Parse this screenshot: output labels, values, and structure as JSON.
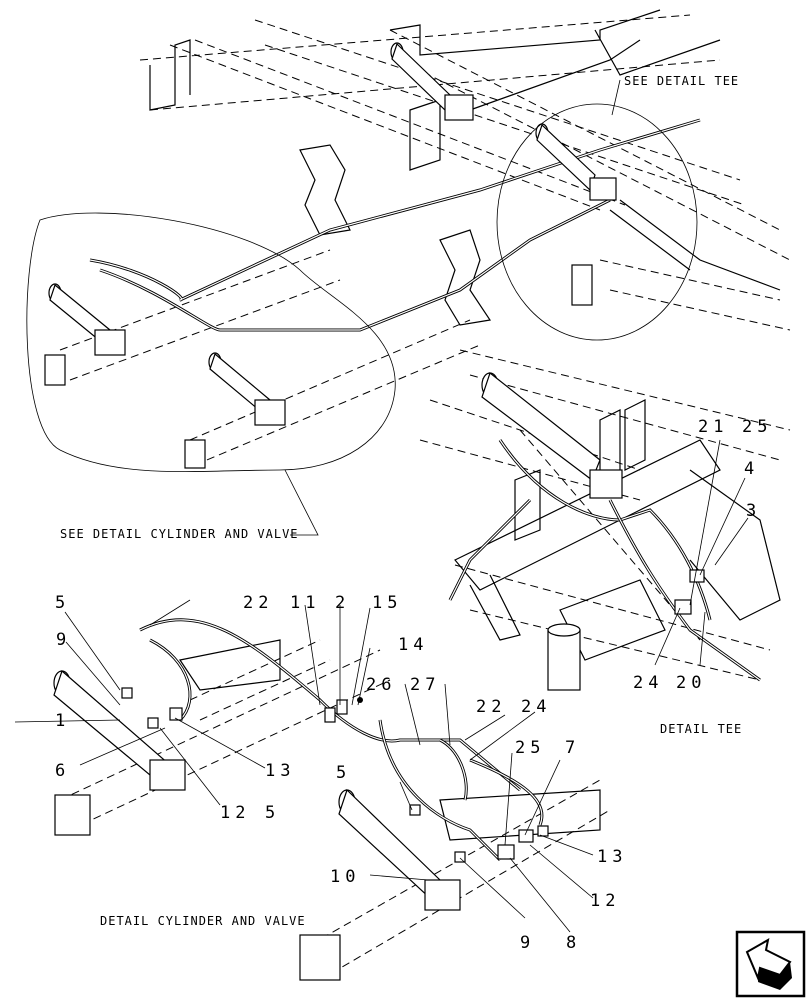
{
  "captions": {
    "see_detail_tee": "SEE DETAIL TEE",
    "see_detail_cylinder": "SEE DETAIL CYLINDER AND VALVE",
    "detail_tee": "DETAIL TEE",
    "detail_cylinder": "DETAIL CYLINDER AND VALVE"
  },
  "callouts": {
    "tee": [
      "21",
      "25",
      "4",
      "3",
      "24",
      "20"
    ],
    "cylinder": [
      "5",
      "22",
      "11",
      "2",
      "15",
      "9",
      "14",
      "26",
      "27",
      "1",
      "22",
      "24",
      "6",
      "13",
      "25",
      "7",
      "5",
      "12",
      "5",
      "13",
      "10",
      "12",
      "9",
      "8"
    ]
  },
  "nav_icon": "next-page-arrow-icon"
}
